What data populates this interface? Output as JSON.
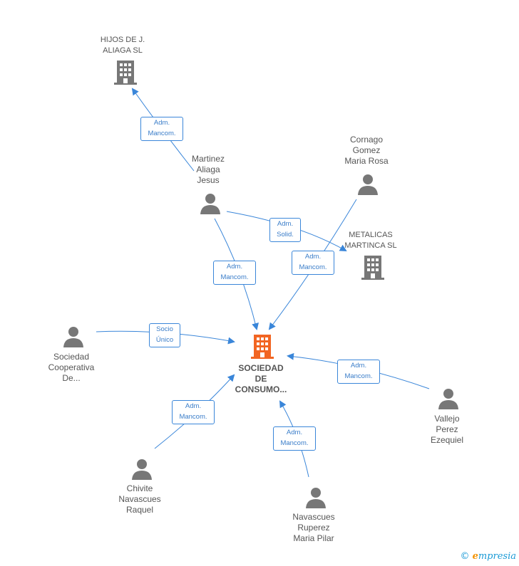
{
  "nodes": {
    "hijos": {
      "label": "HIJOS DE J.\nALIAGA SL",
      "kind": "company"
    },
    "martinez": {
      "label": "Martinez\nAliaga\nJesus",
      "kind": "person"
    },
    "cornago": {
      "label": "Cornago\nGomez\nMaria Rosa",
      "kind": "person"
    },
    "metalicas": {
      "label": "METALICAS\nMARTINCA SL",
      "kind": "company"
    },
    "sociedad_coop": {
      "label": "Sociedad\nCooperativa\nDe...",
      "kind": "person"
    },
    "center": {
      "label": "SOCIEDAD\nDE\nCONSUMO...",
      "kind": "company-main"
    },
    "vallejo": {
      "label": "Vallejo\nPerez\nEzequiel",
      "kind": "person"
    },
    "chivite": {
      "label": "Chivite\nNavascues\nRaquel",
      "kind": "person"
    },
    "navascues": {
      "label": "Navascues\nRuperez\nMaria Pilar",
      "kind": "person"
    }
  },
  "edges": {
    "e1": "Adm.\nMancom.",
    "e2": "Adm.\nSolid.",
    "e3": "Adm.\nMancom.",
    "e4": "Adm.\nMancom.",
    "e5": "Socio\nÚnico",
    "e6": "Adm.\nMancom.",
    "e7": "Adm.\nMancom.",
    "e8": "Adm.\nMancom."
  },
  "colors": {
    "edge": "#3a86d9",
    "icon": "#777777",
    "main": "#f26522"
  },
  "footer": {
    "copyright": "©",
    "brand_initial": "e",
    "brand_rest": "mpresia"
  }
}
